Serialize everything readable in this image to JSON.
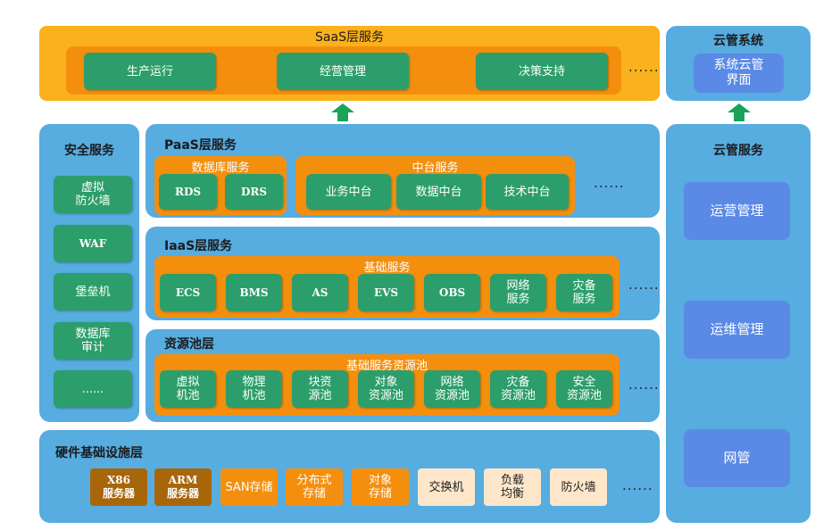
{
  "saas": {
    "title": "SaaS层服务",
    "items": [
      "生产运行",
      "经营管理",
      "决策支持"
    ],
    "more": "......"
  },
  "cloud_system": {
    "title": "云管系统",
    "item": "系统云管\n界面"
  },
  "security": {
    "title": "安全服务",
    "items": [
      "虚拟\n防火墙",
      "WAF",
      "堡垒机",
      "数据库\n审计",
      "......"
    ]
  },
  "paas": {
    "title": "PaaS层服务",
    "db_group": {
      "title": "数据库服务",
      "items": [
        "RDS",
        "DRS"
      ]
    },
    "mid_group": {
      "title": "中台服务",
      "items": [
        "业务中台",
        "数据中台",
        "技术中台"
      ]
    },
    "more": "......"
  },
  "iaas": {
    "title": "IaaS层服务",
    "group": {
      "title": "基础服务",
      "items": [
        "ECS",
        "BMS",
        "AS",
        "EVS",
        "OBS",
        "网络\n服务",
        "灾备\n服务"
      ]
    },
    "more": "......"
  },
  "pool": {
    "title": "资源池层",
    "group": {
      "title": "基础服务资源池",
      "items": [
        "虚拟\n机池",
        "物理\n机池",
        "块资\n源池",
        "对象\n资源池",
        "网络\n资源池",
        "灾备\n资源池",
        "安全\n资源池"
      ]
    },
    "more": "......"
  },
  "hardware": {
    "title": "硬件基础设施层",
    "items": [
      "X86\n服务器",
      "ARM\n服务器",
      "SAN存储",
      "分布式\n存储",
      "对象\n存储",
      "交换机",
      "负载\n均衡",
      "防火墙"
    ],
    "more": "......"
  },
  "cloud_service": {
    "title": "云管服务",
    "items": [
      "运营管理",
      "运维管理",
      "网管"
    ]
  },
  "colors": {
    "panel_blue": "#57ace0",
    "panel_orange": "#fbb11b",
    "inner_orange": "#f48f0e",
    "green_box": "#2c9e6b",
    "blue_button": "#5a8ae6",
    "brown_box": "#a8660a",
    "peach_box": "#fde6c9",
    "arrow": "#1aa35a"
  }
}
